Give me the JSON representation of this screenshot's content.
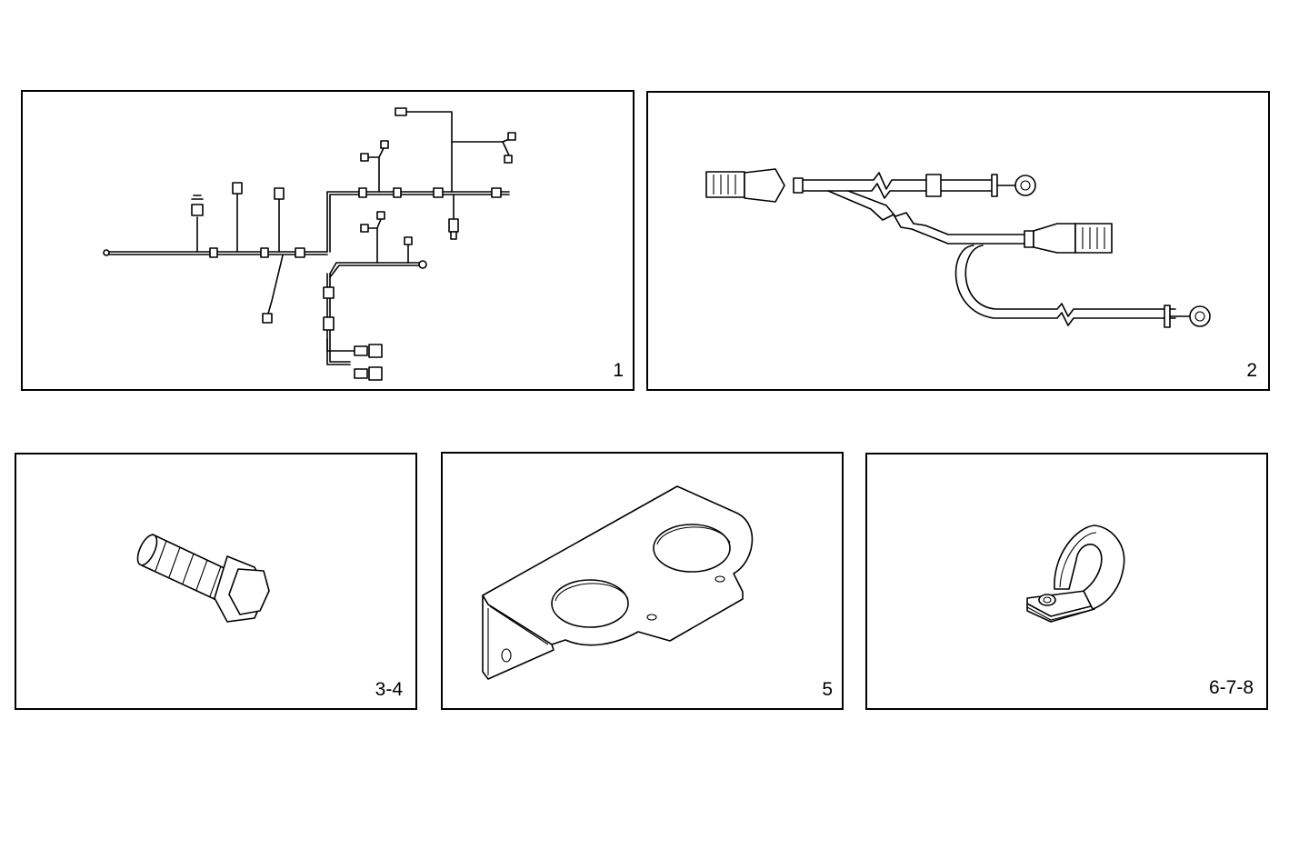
{
  "panels": [
    {
      "id": "wiring-harness-main",
      "callout": "1"
    },
    {
      "id": "wiring-harness-branch",
      "callout": "2"
    },
    {
      "id": "hex-bolt",
      "callout": "3-4"
    },
    {
      "id": "mounting-bracket",
      "callout": "5"
    },
    {
      "id": "cable-clamp",
      "callout": "6-7-8"
    }
  ]
}
